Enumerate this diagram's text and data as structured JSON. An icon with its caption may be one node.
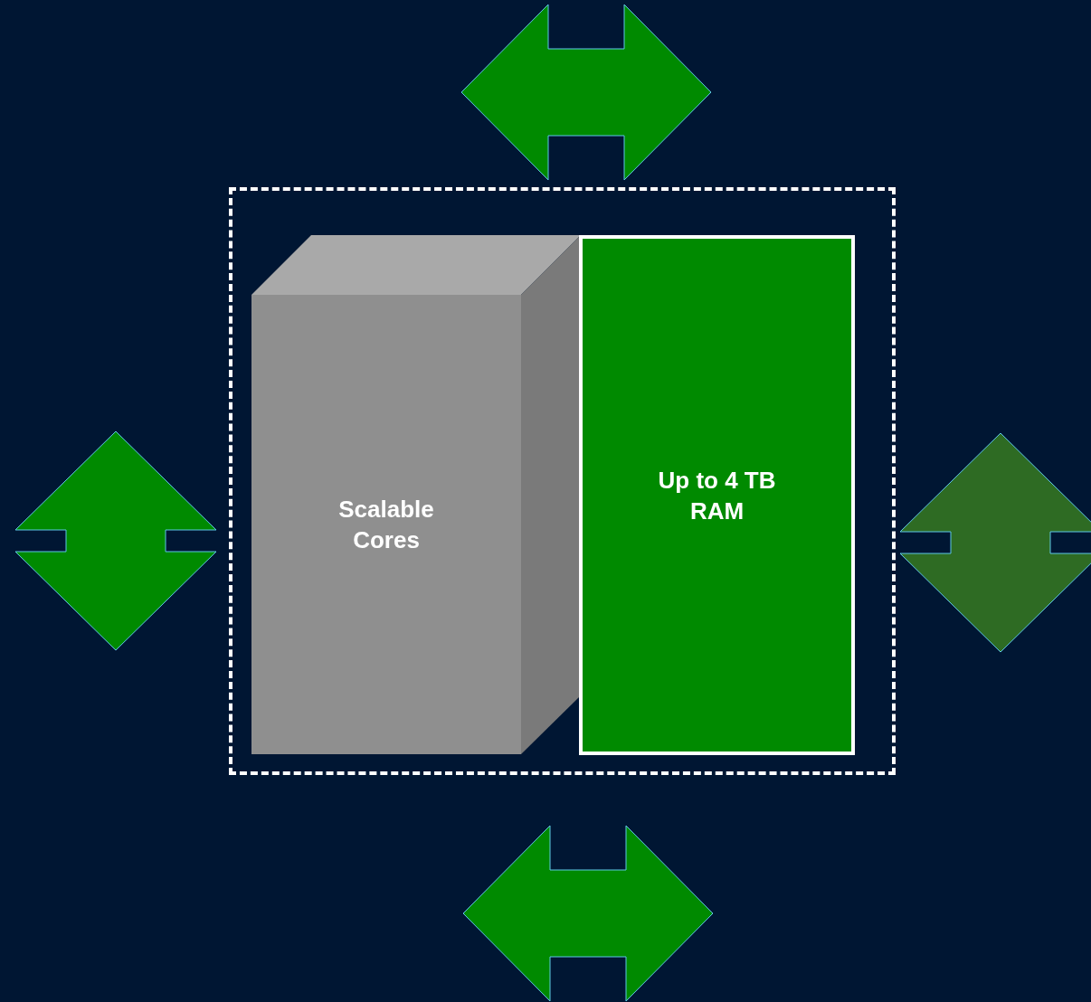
{
  "diagram": {
    "nodes": [
      {
        "text": [],
        "shape": "box"
      },
      {
        "text": [
          "Scalable Cores"
        ],
        "in": 0
      },
      {
        "text": [
          "Up to 4 TB RAM"
        ],
        "in": 0
      }
    ]
  }
}
